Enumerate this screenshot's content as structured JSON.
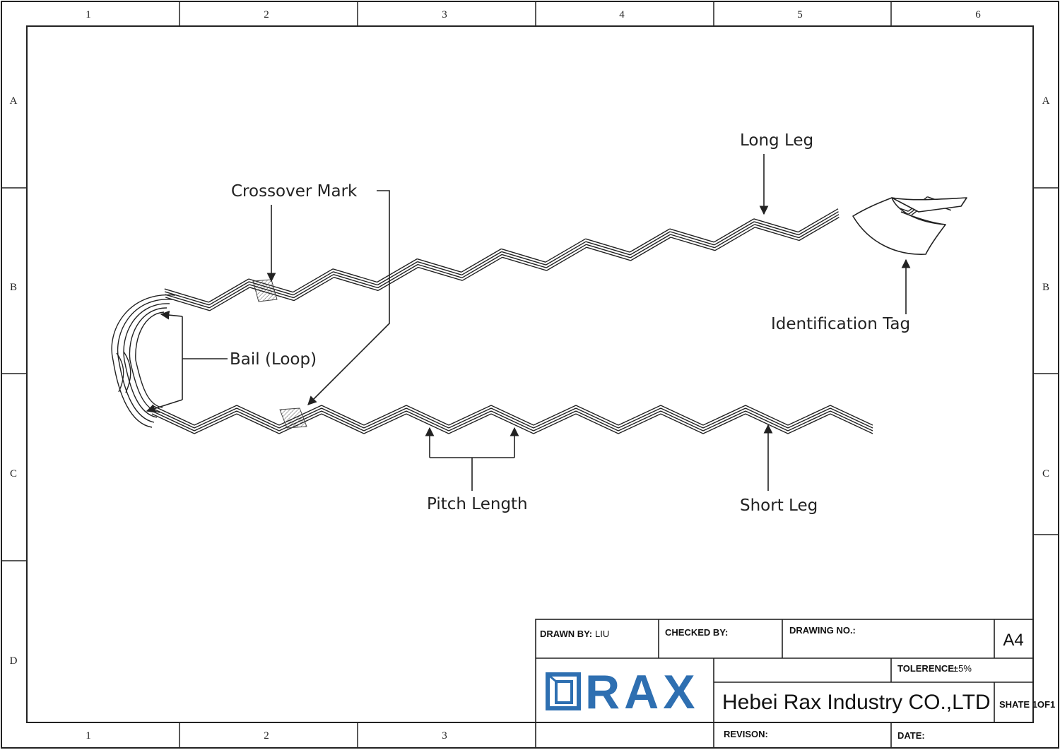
{
  "zones": {
    "columns": [
      "1",
      "2",
      "3",
      "4",
      "5",
      "6"
    ],
    "bottom_columns": [
      "1",
      "2",
      "3"
    ],
    "rows": [
      "A",
      "B",
      "C",
      "D"
    ],
    "right_rows": [
      "A",
      "B",
      "C"
    ]
  },
  "callouts": {
    "crossover_mark": "Crossover Mark",
    "long_leg": "Long Leg",
    "identification_tag": "Identification Tag",
    "bail_loop": "Bail (Loop)",
    "pitch_length": "Pitch Length",
    "short_leg": "Short Leg"
  },
  "title_block": {
    "drawn_by_label": "DRAWN BY:",
    "drawn_by_value": "LIU",
    "checked_by_label": "CHECKED BY:",
    "drawing_no_label": "DRAWING NO.:",
    "sheet_size": "A4",
    "tolerance_label": "TOLERENCE:",
    "tolerance_value": "±5%",
    "logo_text": "RAX",
    "company": "Hebei Rax Industry CO.,LTD",
    "sheet": "SHATE 1OF1",
    "revision_label": "REVISON:",
    "date_label": "DATE:"
  },
  "colors": {
    "logo": "#2e6fb1",
    "line": "#222222"
  }
}
